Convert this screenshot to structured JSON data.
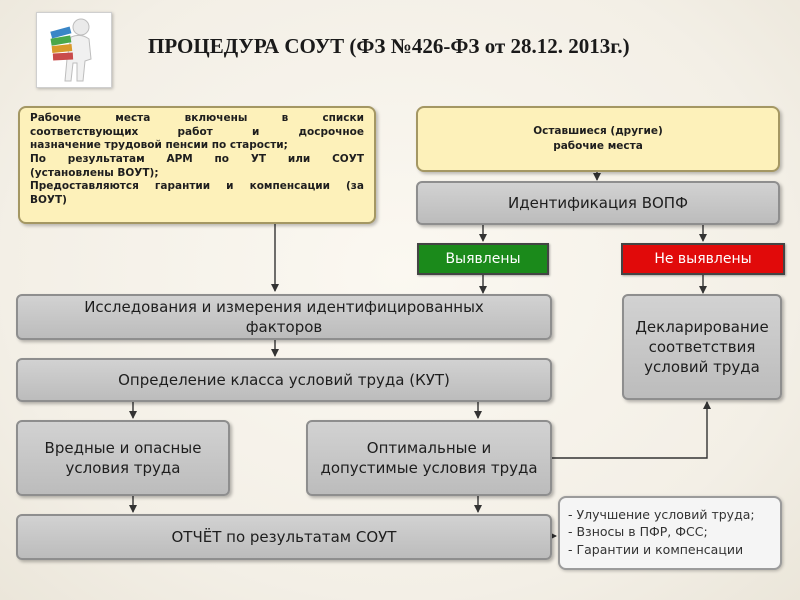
{
  "title": "ПРОЦЕДУРА СОУТ (ФЗ №426-ФЗ от 28.12. 2013г.)",
  "logo": {
    "icon": "person-carrying-books-icon"
  },
  "box_special": {
    "lines": [
      "Рабочие места включены в списки",
      "соответствующих работ и досрочное",
      "назначение трудовой пенсии по старости;",
      "По результатам АРМ по УТ или СОУТ",
      "(установлены ВОУТ);",
      "Предоставляются гарантии и компенсации (за",
      "ВОУТ)"
    ]
  },
  "box_other": {
    "line1": "Оставшиеся (другие)",
    "line2": "рабочие места"
  },
  "identification": "Идентификация ВОПФ",
  "found": "Выявлены",
  "not_found": "Не выявлены",
  "research": "Исследования и измерения идентифицированных факторов",
  "declaration": "Декларирование соответствия условий труда",
  "class_definition": "Определение класса условий труда  (КУТ)",
  "harmful": "Вредные и опасные условия труда",
  "optimal": "Оптимальные и допустимые условия труда",
  "report": "ОТЧЁТ по результатам СОУТ",
  "outcomes": [
    "Улучшение условий труда;",
    "Взносы в ПФР, ФСС;",
    "Гарантии и компенсации"
  ],
  "colors": {
    "found": "#1b8a1b",
    "not_found": "#e10a0a",
    "yellow_box": "#fdf1ba",
    "gray_box": "#c8c8c8"
  }
}
